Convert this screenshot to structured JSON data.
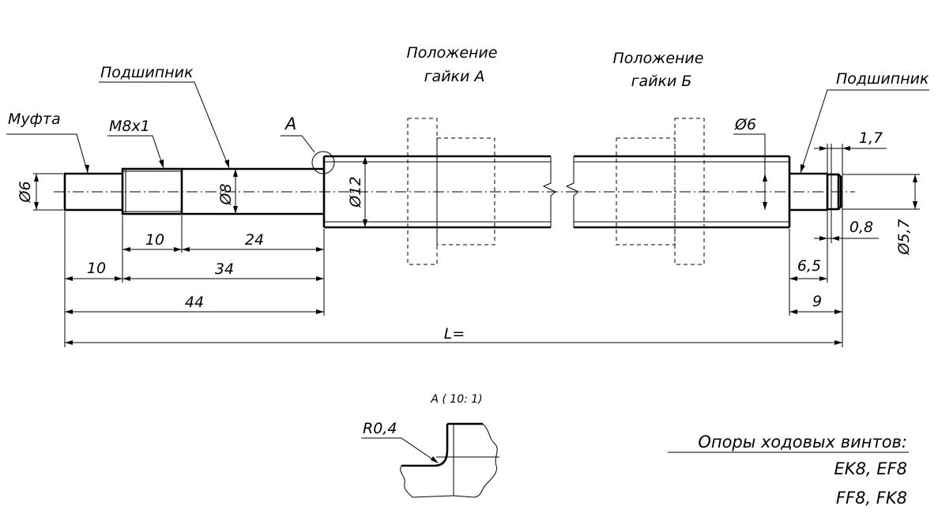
{
  "labels": {
    "coupling": "Муфта",
    "bearing_left": "Подшипник",
    "bearing_right": "Подшипник",
    "thread": "M8x1",
    "detail_mark": "A",
    "nut_a_line1": "Положение",
    "nut_a_line2": "гайки А",
    "nut_b_line1": "Положение",
    "nut_b_line2": "гайки Б"
  },
  "dimensions": {
    "d6_left": "Ø6",
    "d8": "Ø8",
    "d12": "Ø12",
    "d6_right": "Ø6",
    "d5_7": "Ø5,7",
    "len_10_thread": "10",
    "len_24": "24",
    "len_10": "10",
    "len_34": "34",
    "len_44": "44",
    "len_L": "L=",
    "len_1_7": "1,7",
    "len_0_8": "0,8",
    "len_6_5": "6,5",
    "len_9": "9"
  },
  "detail": {
    "title": "A ( 10: 1)",
    "radius": "R0,4"
  },
  "supports": {
    "heading": "Опоры ходовых винтов:",
    "line1": "EK8, EF8",
    "line2": "FF8, FK8"
  }
}
